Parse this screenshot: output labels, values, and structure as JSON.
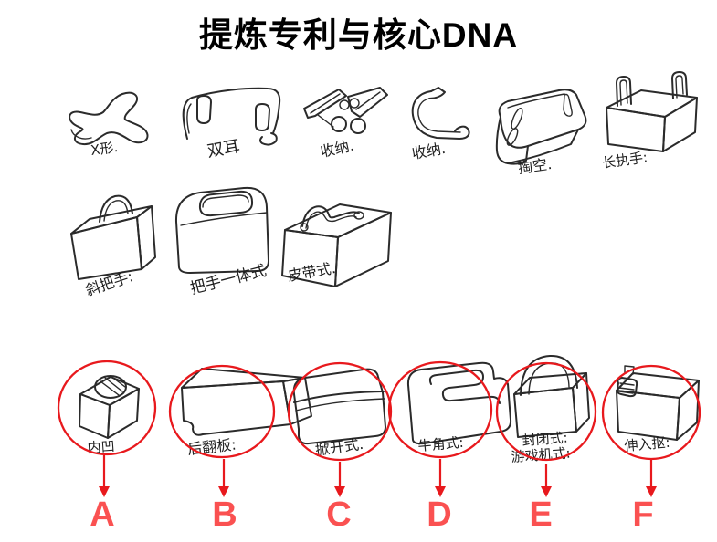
{
  "slide": {
    "title": "提炼专利与核心DNA"
  },
  "colors": {
    "background": "#ffffff",
    "ink": "#2b2b2b",
    "highlight_red": "#e8191d",
    "letter_red": "#fa5151"
  },
  "top_sketches": [
    {
      "id": "x-shape",
      "label": "X形."
    },
    {
      "id": "double-ear",
      "label": "双耳"
    },
    {
      "id": "storage-v",
      "label": "收纳."
    },
    {
      "id": "storage-hook",
      "label": "收纳."
    },
    {
      "id": "hollowed-box",
      "label": "掏空."
    },
    {
      "id": "long-handles",
      "label": "长执手:"
    }
  ],
  "middle_sketches": [
    {
      "id": "slant-handle",
      "label": "斜把手:"
    },
    {
      "id": "integrated-handle",
      "label": "把手一体式"
    },
    {
      "id": "strap-handle",
      "label": "皮带式."
    }
  ],
  "variants": [
    {
      "letter": "A",
      "label": "内凹"
    },
    {
      "letter": "B",
      "label": "后翻板:"
    },
    {
      "letter": "C",
      "label": "掀开式."
    },
    {
      "letter": "D",
      "label": "牛角式:"
    },
    {
      "letter": "E",
      "label": "封闭式:",
      "label2": "游戏机式:"
    },
    {
      "letter": "F",
      "label": "伸入抠:"
    }
  ]
}
